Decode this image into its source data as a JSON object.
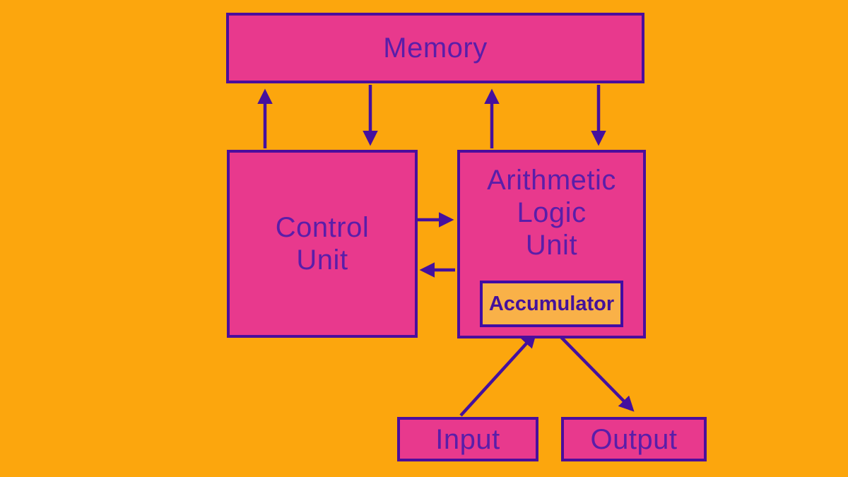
{
  "colors": {
    "background": "#FCA60D",
    "box_fill": "#E8398D",
    "box_border": "#4B0E9C",
    "label_text": "#5A1EA9",
    "arrow": "#45109E",
    "accumulator_fill": "#F9B148",
    "accumulator_border": "#3F0CA4",
    "accumulator_text": "#44129B"
  },
  "nodes": {
    "memory": {
      "label": "Memory"
    },
    "control_unit": {
      "line1": "Control",
      "line2": "Unit"
    },
    "alu": {
      "line1": "Arithmetic",
      "line2": "Logic",
      "line3": "Unit"
    },
    "accumulator": {
      "label": "Accumulator"
    },
    "input": {
      "label": "Input"
    },
    "output": {
      "label": "Output"
    }
  },
  "connections": [
    {
      "from": "control-unit",
      "to": "memory",
      "direction": "up"
    },
    {
      "from": "memory",
      "to": "control-unit",
      "direction": "down"
    },
    {
      "from": "arithmetic-logic-unit",
      "to": "memory",
      "direction": "up"
    },
    {
      "from": "memory",
      "to": "arithmetic-logic-unit",
      "direction": "down"
    },
    {
      "from": "control-unit",
      "to": "arithmetic-logic-unit",
      "direction": "right"
    },
    {
      "from": "arithmetic-logic-unit",
      "to": "control-unit",
      "direction": "left"
    },
    {
      "from": "input",
      "to": "accumulator",
      "direction": "diagonal-up"
    },
    {
      "from": "accumulator",
      "to": "output",
      "direction": "diagonal-down"
    }
  ]
}
